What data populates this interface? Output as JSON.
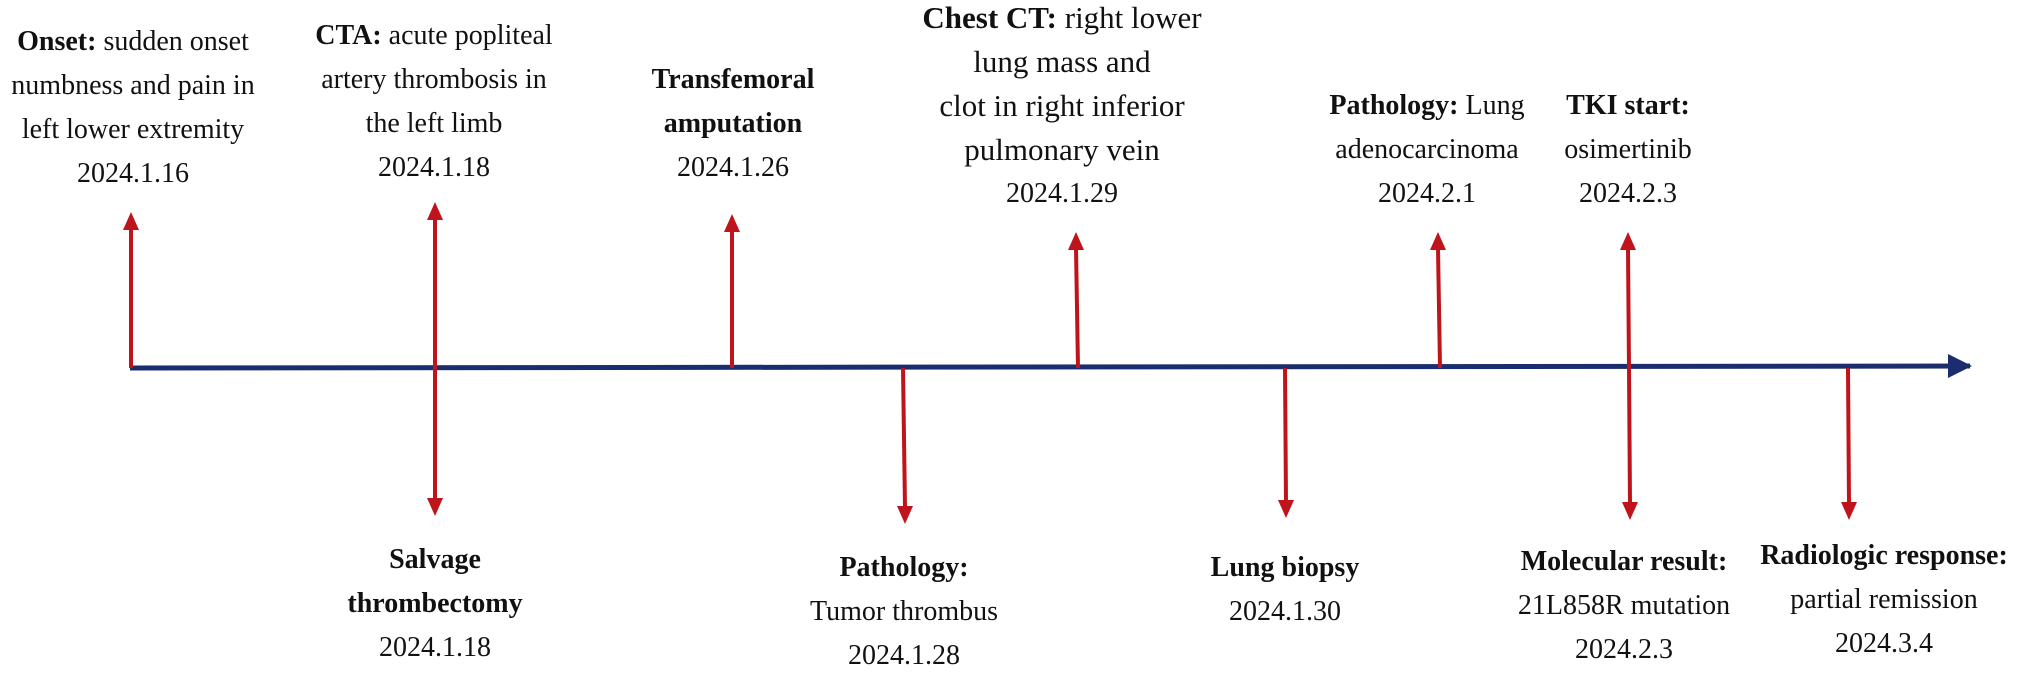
{
  "colors": {
    "axis": "#1a2d6e",
    "arrow": "#c0141c",
    "text": "#111111"
  },
  "events": [
    {
      "id": "onset",
      "position": "above",
      "title": "Onset:",
      "lines": [
        "sudden onset",
        "numbness and pain in",
        "left lower extremity"
      ],
      "date": "2024.1.16"
    },
    {
      "id": "cta",
      "position": "above",
      "title": "CTA:",
      "lines": [
        "acute popliteal",
        "artery thrombosis in",
        "the left limb"
      ],
      "date": "2024.1.18"
    },
    {
      "id": "salvage-thrombectomy",
      "position": "below",
      "title": "Salvage",
      "title2": "thrombectomy",
      "lines": [],
      "date": "2024.1.18"
    },
    {
      "id": "transfemoral-amputation",
      "position": "above",
      "title": "Transfemoral",
      "title2": "amputation",
      "lines": [],
      "date": "2024.1.26"
    },
    {
      "id": "pathology-tumor-thrombus",
      "position": "below",
      "title": "Pathology:",
      "lines": [
        "Tumor thrombus"
      ],
      "date": "2024.1.28"
    },
    {
      "id": "chest-ct",
      "position": "above",
      "title": "Chest CT:",
      "lines": [
        "right lower",
        "lung mass and",
        "clot in right inferior",
        "pulmonary vein"
      ],
      "date": "2024.1.29"
    },
    {
      "id": "lung-biopsy",
      "position": "below",
      "title": "Lung biopsy",
      "lines": [],
      "date": "2024.1.30"
    },
    {
      "id": "pathology-lung-adenocarcinoma",
      "position": "above",
      "title": "Pathology:",
      "lines": [
        "Lung",
        "adenocarcinoma"
      ],
      "date": "2024.2.1"
    },
    {
      "id": "molecular-result",
      "position": "below",
      "title": "Molecular result:",
      "lines": [
        "21L858R mutation"
      ],
      "date": "2024.2.3"
    },
    {
      "id": "tki-start",
      "position": "above",
      "title": "TKI start:",
      "lines": [
        "osimertinib"
      ],
      "date": "2024.2.3"
    },
    {
      "id": "radiologic-response",
      "position": "below",
      "title": "Radiologic response:",
      "lines": [
        "partial remission"
      ],
      "date": "2024.3.4"
    }
  ]
}
